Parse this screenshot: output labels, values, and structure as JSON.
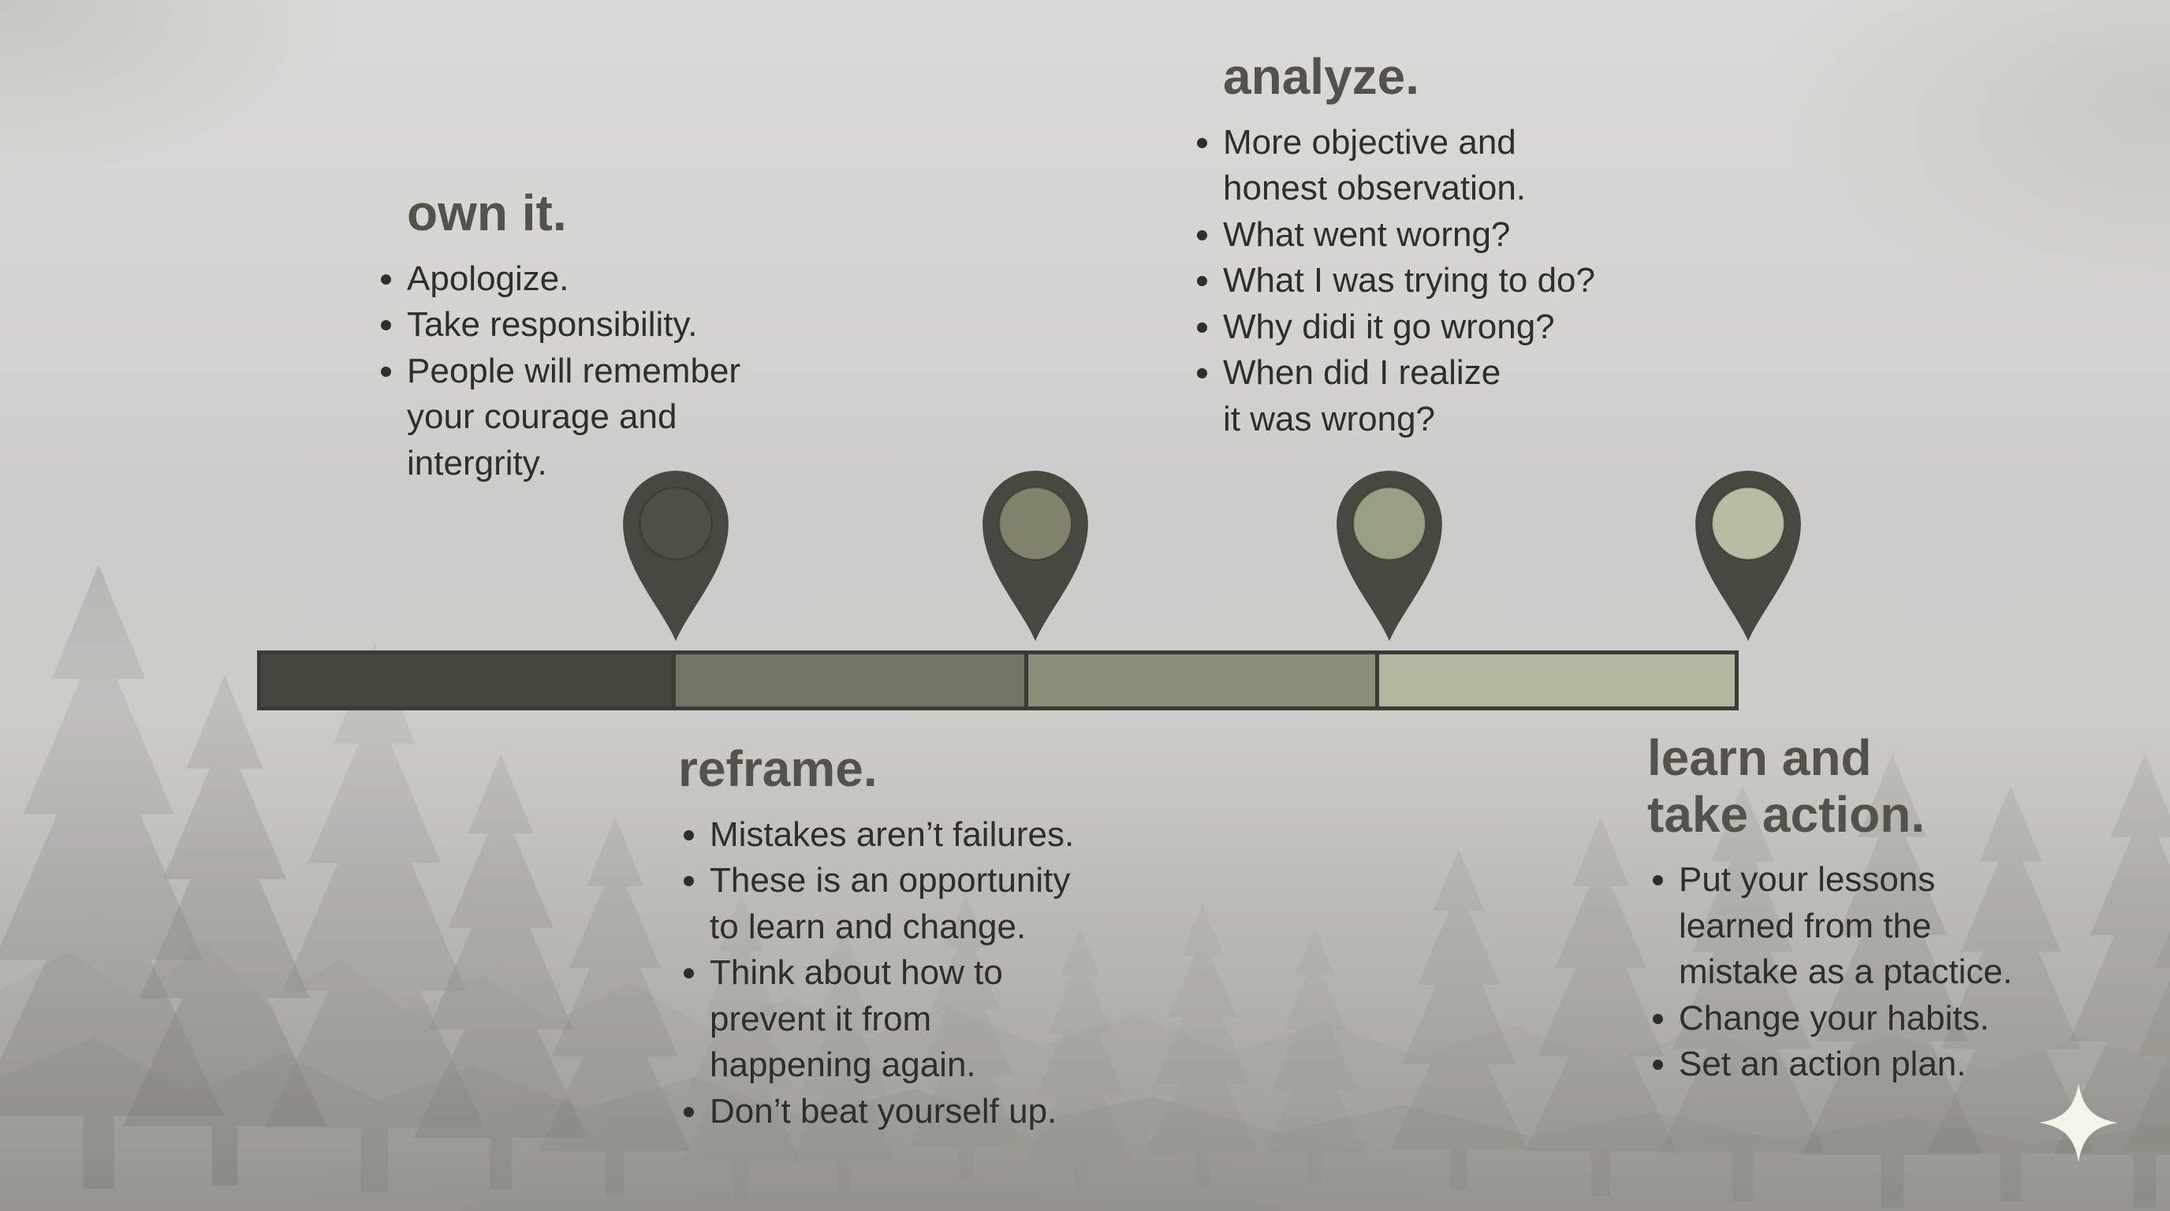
{
  "meta": {
    "type": "timeline-infographic",
    "theme": {
      "title_color": "#53534b",
      "body_color": "#2f2f2a",
      "segment_border_color": "#3b3b35",
      "pin_body_color": "#47483f",
      "sparkle_color": "#f6f3e9"
    }
  },
  "stages": [
    {
      "id": "own-it",
      "title": "own it.",
      "color": "#45463e",
      "pin_inner_color": "#4e4f45",
      "bullets": [
        "Apologize.",
        "Take responsibility.",
        "People will remember\nyour courage and\nintergrity."
      ]
    },
    {
      "id": "analyze",
      "title": "analyze.",
      "color": "#747466",
      "pin_inner_color": "#82826c",
      "bullets": [
        "More objective and\nhonest observation.",
        "What went worng?",
        "What I was trying to do?",
        "Why didi it go wrong?",
        "When did I realize\nit was wrong?"
      ]
    },
    {
      "id": "reframe",
      "title": "reframe.",
      "color": "#8a8e7a",
      "pin_inner_color": "#98a084",
      "bullets": [
        "Mistakes aren’t failures.",
        "These is an opportunity\nto learn and change.",
        "Think about how to\nprevent it from\nhappening again.",
        "Don’t beat yourself up."
      ]
    },
    {
      "id": "learn-and-take-action",
      "title": "learn and\ntake action.",
      "color": "#b2b8a0",
      "pin_inner_color": "#b6bda3",
      "bullets": [
        "Put your lessons\nlearned from the\nmistake as a ptactice.",
        "Change your habits.",
        "Set an action plan."
      ]
    }
  ],
  "footer": {
    "sparkle_icon": "four-point-star"
  }
}
